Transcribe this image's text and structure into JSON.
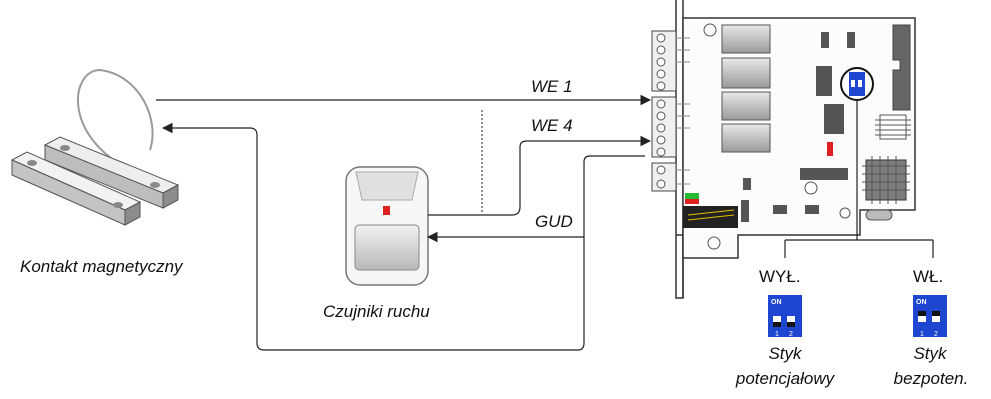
{
  "signals": {
    "we1": "WE 1",
    "we4": "WE 4",
    "gud": "GUD"
  },
  "devices": {
    "magnetic_contact": "Kontakt magnetyczny",
    "motion_sensors": "Czujniki ruchu"
  },
  "switch_states": {
    "off_label": "WYŁ.",
    "on_label": "WŁ.",
    "dip_on_text": "ON",
    "dip_pos1": "1",
    "dip_pos2": "2",
    "off_desc_line1": "Styk",
    "off_desc_line2": "potencjałowy",
    "on_desc_line1": "Styk",
    "on_desc_line2": "bezpoten."
  },
  "colors": {
    "dip_blue": "#1f46d0",
    "line": "#222222",
    "led_red": "#e02020",
    "led_green": "#22bb33"
  }
}
